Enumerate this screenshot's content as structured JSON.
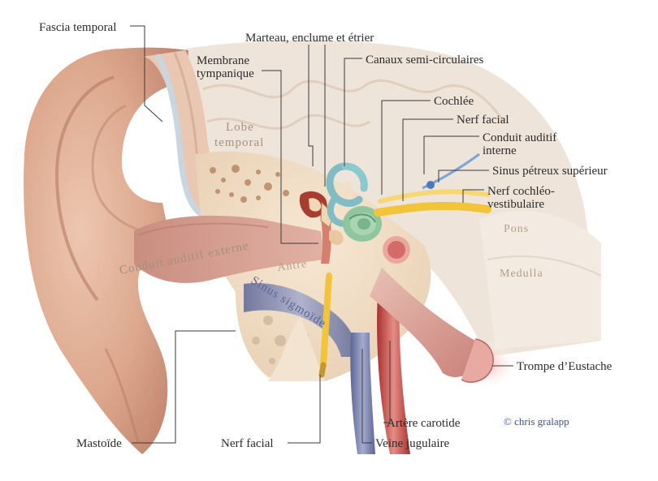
{
  "labels": {
    "fascia_temporal": "Fascia temporal",
    "marteau": "Marteau, enclume et étrier",
    "membrane_1": "Membrane",
    "membrane_2": "tympanique",
    "canaux": "Canaux semi-circulaires",
    "cochlee": "Cochlée",
    "nerf_facial_top": "Nerf facial",
    "conduit_interne_1": "Conduit auditif",
    "conduit_interne_2": "interne",
    "sinus_petreux": "Sinus pétreux supérieur",
    "nerf_cochleo_1": "Nerf cochléo-",
    "nerf_cochleo_2": "vestibulaire",
    "trompe": "Trompe d’Eustache",
    "artere": "Artère carotide",
    "veine": "Veine jugulaire",
    "nerf_facial_bottom": "Nerf facial",
    "mastoide": "Mastoïde"
  },
  "inner_labels": {
    "lobe_1": "Lobe",
    "lobe_2": "temporal",
    "conduit_externe": "Conduit auditif externe",
    "antre": "Antre",
    "sinus_sigmoide": "Sinus sigmoïde",
    "pons": "Pons",
    "medulla": "Medulla"
  },
  "credit": "© chris gralapp",
  "colors": {
    "skin": "#e2b49a",
    "skin_dark": "#c9917a",
    "bone": "#f1dfc6",
    "canal": "#d9a597",
    "brain": "#efe3d7",
    "nerve": "#f2c43a",
    "vein": "#7e86b0",
    "artery": "#c94848"
  }
}
